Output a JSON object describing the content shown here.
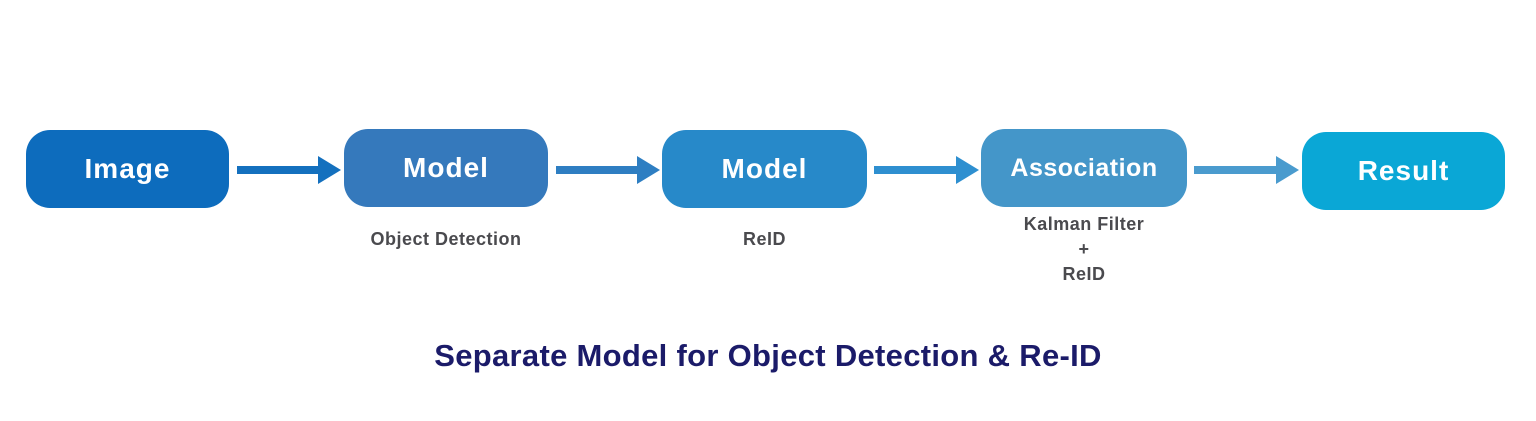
{
  "diagram": {
    "caption": "Separate Model for Object Detection & Re-ID",
    "caption_color": "#1B1B69",
    "sublabel_color": "#4A4A4E",
    "background_color": "#FFFFFF",
    "nodes": [
      {
        "id": "image",
        "label": "Image",
        "color": "#0D6CBD"
      },
      {
        "id": "model-object-detection",
        "label": "Model",
        "color": "#3579BC",
        "sublabel": "Object Detection"
      },
      {
        "id": "model-reid",
        "label": "Model",
        "color": "#2789C9",
        "sublabel": "ReID"
      },
      {
        "id": "association",
        "label": "Association",
        "color": "#4496C9",
        "sublabel_lines": [
          "Kalman Filter",
          "+",
          "ReID"
        ]
      },
      {
        "id": "result",
        "label": "Result",
        "color": "#0AA7D6"
      }
    ],
    "arrows": [
      {
        "from": "image",
        "to": "model-object-detection",
        "color": "#1470BE"
      },
      {
        "from": "model-object-detection",
        "to": "model-reid",
        "color": "#2E7EC2"
      },
      {
        "from": "model-reid",
        "to": "association",
        "color": "#2E8FD0"
      },
      {
        "from": "association",
        "to": "result",
        "color": "#4A9BCE"
      }
    ]
  }
}
